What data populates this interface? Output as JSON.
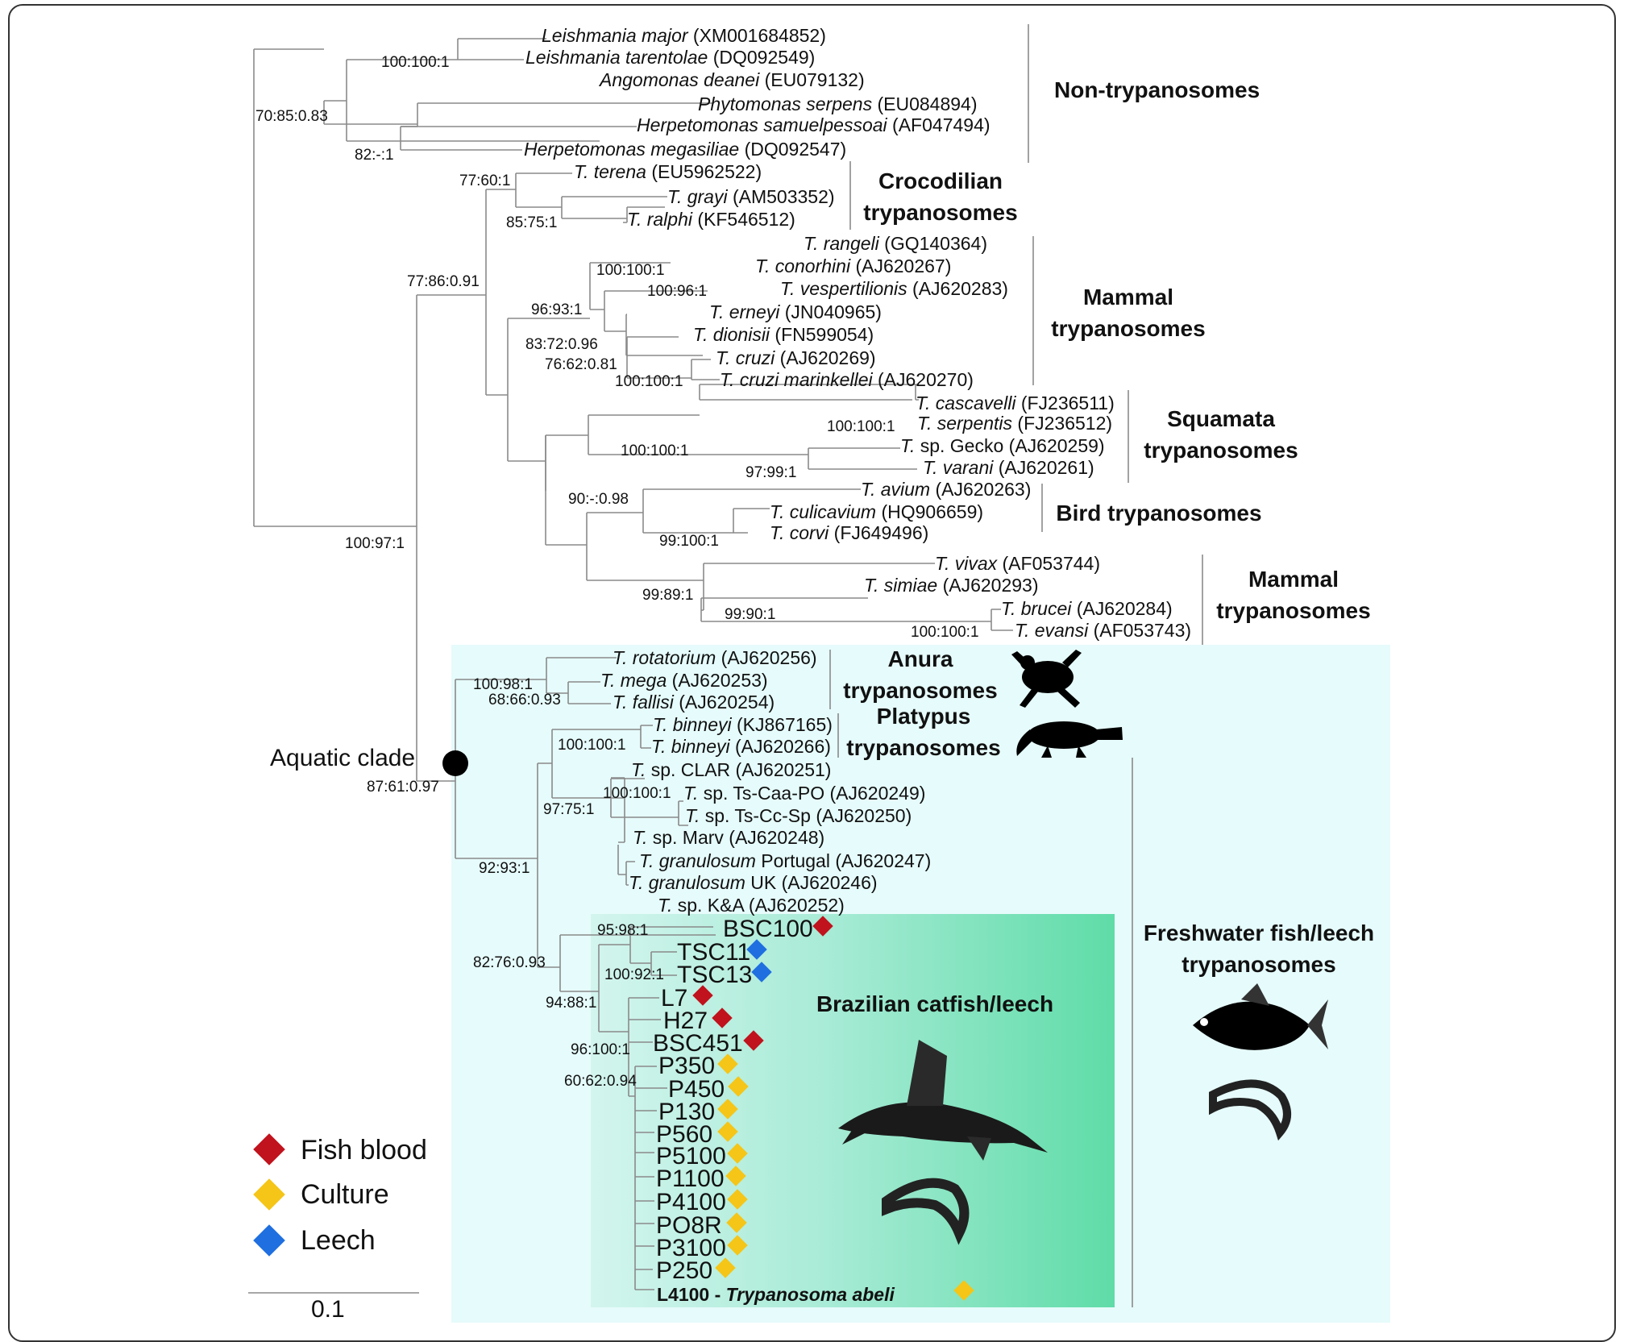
{
  "taxa": [
    {
      "it": "Leishmania major",
      "rest": " (XM001684852)"
    },
    {
      "it": "Leishmania tarentolae",
      "rest": " (DQ092549)"
    },
    {
      "it": "Angomonas deanei",
      "rest": " (EU079132)"
    },
    {
      "it": "Phytomonas serpens",
      "rest": " (EU084894)"
    },
    {
      "it": "Herpetomonas samuelpessoai",
      "rest": " (AF047494)"
    },
    {
      "it": "Herpetomonas megasiliae",
      "rest": " (DQ092547)"
    },
    {
      "it": "T. terena",
      "rest": " (EU5962522)"
    },
    {
      "it": "T. grayi",
      "rest": " (AM503352)"
    },
    {
      "it": "T. ralphi",
      "rest": " (KF546512)"
    },
    {
      "it": "T. rangeli",
      "rest": " (GQ140364)"
    },
    {
      "it": "T. conorhini",
      "rest": " (AJ620267)"
    },
    {
      "it": "T. vespertilionis",
      "rest": " (AJ620283)"
    },
    {
      "it": "T. erneyi",
      "rest": " (JN040965)"
    },
    {
      "it": "T. dionisii",
      "rest": " (FN599054)"
    },
    {
      "it": "T. cruzi",
      "rest": " (AJ620269)"
    },
    {
      "it": "T. cruzi marinkellei",
      "rest": " (AJ620270)"
    },
    {
      "it": "T. cascavelli",
      "rest": " (FJ236511)"
    },
    {
      "it": "T. serpentis",
      "rest": " (FJ236512)"
    },
    {
      "it": "T.",
      "rest": " sp. Gecko (AJ620259)"
    },
    {
      "it": "T. varani",
      "rest": " (AJ620261)"
    },
    {
      "it": "T. avium",
      "rest": " (AJ620263)"
    },
    {
      "it": "T. culicavium",
      "rest": " (HQ906659)"
    },
    {
      "it": "T. corvi",
      "rest": " (FJ649496)"
    },
    {
      "it": "T. vivax",
      "rest": " (AF053744)"
    },
    {
      "it": "T. simiae",
      "rest": " (AJ620293)"
    },
    {
      "it": "T. brucei",
      "rest": " (AJ620284)"
    },
    {
      "it": "T. evansi",
      "rest": " (AF053743)"
    },
    {
      "it": "T. rotatorium",
      "rest": " (AJ620256)"
    },
    {
      "it": "T. mega",
      "rest": " (AJ620253)"
    },
    {
      "it": "T. fallisi",
      "rest": " (AJ620254)"
    },
    {
      "it": "T. binneyi",
      "rest": " (KJ867165)"
    },
    {
      "it": "T. binneyi",
      "rest": " (AJ620266)"
    },
    {
      "it": "T.",
      "rest": " sp. CLAR (AJ620251)"
    },
    {
      "it": "T.",
      "rest": " sp. Ts-Caa-PO (AJ620249)"
    },
    {
      "it": "T.",
      "rest": " sp. Ts-Cc-Sp (AJ620250)"
    },
    {
      "it": "T.",
      "rest": " sp. Marv (AJ620248)"
    },
    {
      "it": "T. granulosum",
      "rest": " Portugal (AJ620247)"
    },
    {
      "it": "T. granulosum",
      "rest": " UK (AJ620246)"
    },
    {
      "it": "T.",
      "rest": " sp. K&A (AJ620252)"
    }
  ],
  "isolates": [
    {
      "name": "BSC100",
      "source": "fish"
    },
    {
      "name": "TSC11",
      "source": "leech"
    },
    {
      "name": "TSC13",
      "source": "leech"
    },
    {
      "name": "L7",
      "source": "fish"
    },
    {
      "name": "H27",
      "source": "fish"
    },
    {
      "name": "BSC451",
      "source": "fish"
    },
    {
      "name": "P350",
      "source": "culture"
    },
    {
      "name": "P450",
      "source": "culture"
    },
    {
      "name": "P130",
      "source": "culture"
    },
    {
      "name": "P560",
      "source": "culture"
    },
    {
      "name": "P5100",
      "source": "culture"
    },
    {
      "name": "P1100",
      "source": "culture"
    },
    {
      "name": "P4100",
      "source": "culture"
    },
    {
      "name": "PO8R",
      "source": "culture"
    },
    {
      "name": "P3100",
      "source": "culture"
    },
    {
      "name": "P250",
      "source": "culture"
    }
  ],
  "highlight": {
    "name": "L4100",
    "sep": " - ",
    "species": "Trypanosoma abeli",
    "source": "culture"
  },
  "supports": [
    "100:100:1",
    "70:85:0.83",
    "82:-:1",
    "77:60:1",
    "85:75:1",
    "77:86:0.91",
    "100:100:1",
    "100:96:1",
    "96:93:1",
    "83:72:0.96",
    "76:62:0.81",
    "100:100:1",
    "100:100:1",
    "100:100:1",
    "97:99:1",
    "90:-:0.98",
    "99:100:1",
    "99:89:1",
    "99:90:1",
    "100:100:1",
    "100:97:1",
    "100:98:1",
    "68:66:0.93",
    "100:100:1",
    "100:100:1",
    "97:75:1",
    "92:93:1",
    "82:76:0.93",
    "95:98:1",
    "100:92:1",
    "94:88:1",
    "96:100:1",
    "60:62:0.94",
    "87:61:0.97"
  ],
  "groups": {
    "non_tryp": "Non-trypanosomes",
    "croc": [
      "Crocodilian",
      "trypanosomes"
    ],
    "mammal1": [
      "Mammal",
      "trypanosomes"
    ],
    "squamata": [
      "Squamata",
      "trypanosomes"
    ],
    "bird": "Bird trypanosomes",
    "mammal2": [
      "Mammal",
      "trypanosomes"
    ],
    "anura": [
      "Anura",
      "trypanosomes"
    ],
    "platypus": [
      "Platypus",
      "trypanosomes"
    ],
    "freshwater": [
      "Freshwater fish/leech",
      "trypanosomes"
    ],
    "brazil": "Brazilian catfish/leech"
  },
  "aquatic_clade": "Aquatic clade",
  "legend": [
    {
      "label": "Fish blood",
      "color": "#c0131d"
    },
    {
      "label": "Culture",
      "color": "#f5c518"
    },
    {
      "label": "Leech",
      "color": "#1f6fe0"
    }
  ],
  "scale_bar": "0.1",
  "colors": {
    "aquatic_bg": "#e6fbfb",
    "brazil_grad_from": "#d3f5ee",
    "brazil_grad_to": "#5fdca8",
    "branch": "#8a8a8a"
  },
  "icons": [
    "frog-icon",
    "platypus-icon",
    "fish-icon",
    "leech-icon",
    "catfish-icon"
  ]
}
